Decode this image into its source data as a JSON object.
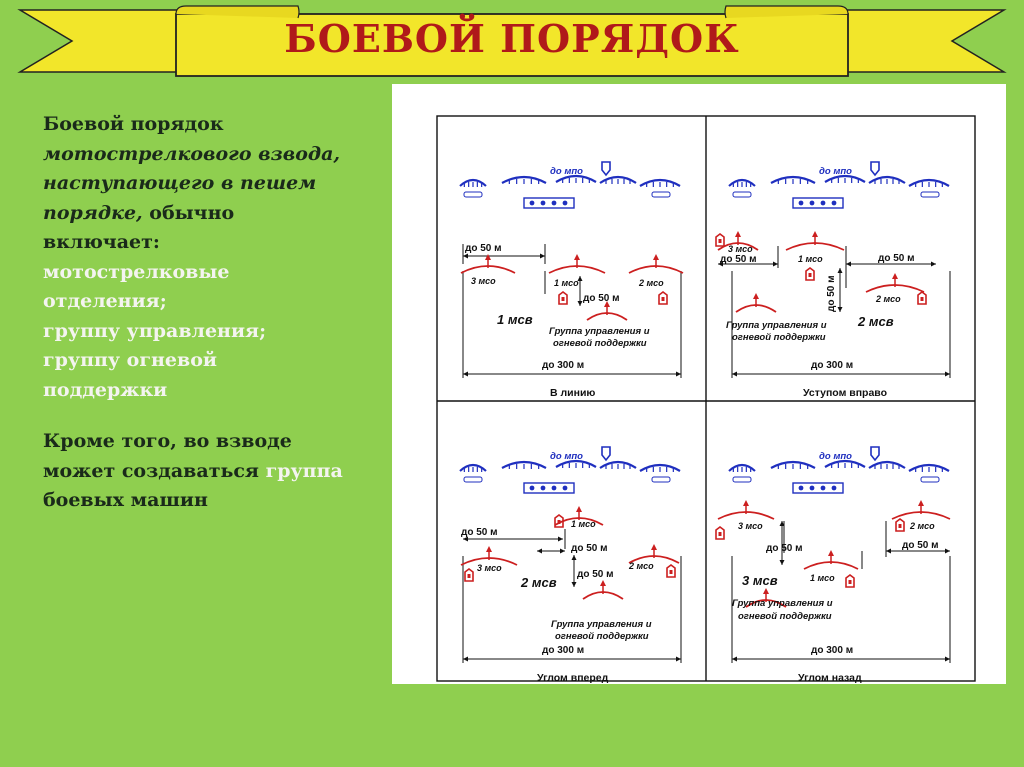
{
  "title": "БОЕВОЙ ПОРЯДОК",
  "text": {
    "l1": "Боевой порядок",
    "l2": "мотострелкового взвода,",
    "l3": "наступающего в пешем",
    "l4a": "порядке,",
    "l4b": " обычно",
    "l5": "включает:",
    "l6": "мотострелковые",
    "l7": "отделения;",
    "l8": "группу управления;",
    "l9": "группу огневой",
    "l10": "поддержки",
    "p2l1": "Кроме того, во взводе",
    "p2l2a": "может создаваться ",
    "p2l2b": "группа",
    "p2l3": "боевых машин"
  },
  "diagram": {
    "mpo": "до мпо",
    "d50": "до 50 м",
    "d300": "до 300 м",
    "mso1": "1 мсо",
    "mso2": "2 мсо",
    "mso3": "3 мсо",
    "msv1": "1 мсв",
    "msv2": "2 мсв",
    "msv3": "3 мсв",
    "grp1": "Группа управления и",
    "grp2": "огневой поддержки",
    "cap1": "В линию",
    "cap2": "Уступом вправо",
    "cap3": "Углом вперед",
    "cap4": "Углом назад"
  }
}
